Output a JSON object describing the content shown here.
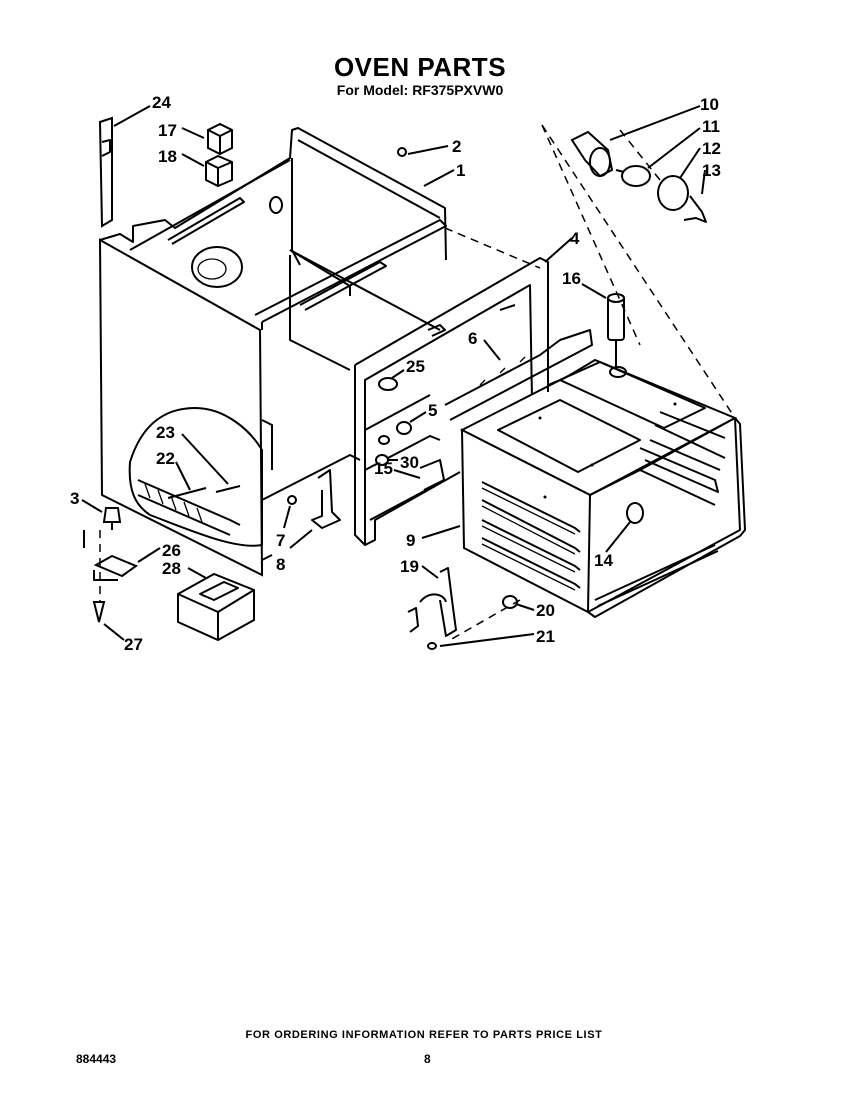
{
  "header": {
    "title": "OVEN PARTS",
    "model_line": "For Model: RF375PXVW0"
  },
  "footer": {
    "ordering_note": "FOR ORDERING INFORMATION REFER TO PARTS PRICE LIST",
    "document_number": "884443",
    "page_number": "8"
  },
  "callouts": [
    {
      "number": "24"
    },
    {
      "number": "17"
    },
    {
      "number": "18"
    },
    {
      "number": "2"
    },
    {
      "number": "1"
    },
    {
      "number": "10"
    },
    {
      "number": "11"
    },
    {
      "number": "12"
    },
    {
      "number": "13"
    },
    {
      "number": "4"
    },
    {
      "number": "16"
    },
    {
      "number": "6"
    },
    {
      "number": "25"
    },
    {
      "number": "5"
    },
    {
      "number": "23"
    },
    {
      "number": "22"
    },
    {
      "number": "30"
    },
    {
      "number": "15"
    },
    {
      "number": "3"
    },
    {
      "number": "7"
    },
    {
      "number": "8"
    },
    {
      "number": "9"
    },
    {
      "number": "14"
    },
    {
      "number": "26"
    },
    {
      "number": "28"
    },
    {
      "number": "19"
    },
    {
      "number": "20"
    },
    {
      "number": "21"
    },
    {
      "number": "27"
    }
  ]
}
